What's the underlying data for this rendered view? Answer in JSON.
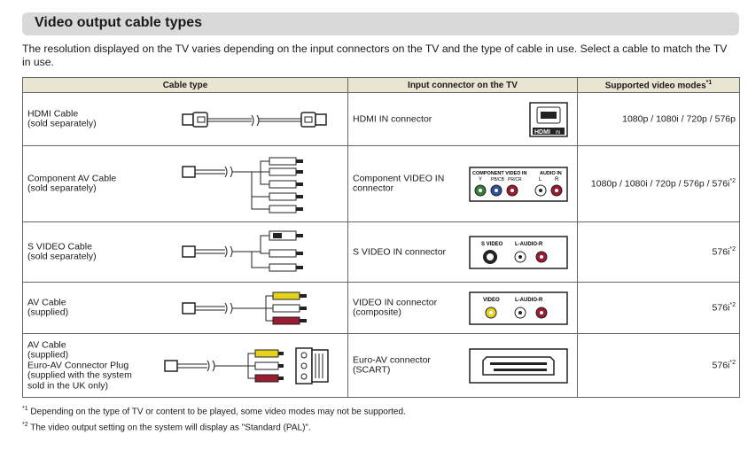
{
  "title": "Video output cable types",
  "intro": "The resolution displayed on the TV varies depending on the input connectors on the TV and the type of cable in use. Select a cable to match the TV in use.",
  "columns": [
    "Cable type",
    "Input connector on the TV",
    "Supported video modes"
  ],
  "columns_note": "*1",
  "rows": [
    {
      "cable": [
        "HDMI Cable",
        "(sold separately)"
      ],
      "connector": [
        "HDMI IN connector"
      ],
      "modes": "1080p / 1080i / 720p / 576p",
      "note": "",
      "connector_panel": {
        "label": "HDMI",
        "sub": "IN"
      }
    },
    {
      "cable": [
        "Component AV Cable",
        "(sold separately)"
      ],
      "connector": [
        "Component VIDEO IN",
        "connector"
      ],
      "modes": "1080p / 1080i / 720p / 576p / 576i",
      "note": "*2",
      "connector_panel": {
        "group1": "COMPONENT VIDEO IN",
        "group2": "AUDIO IN",
        "jacks": [
          "Y",
          "PB/CB",
          "PR/CR",
          "L",
          "R"
        ]
      }
    },
    {
      "cable": [
        "S VIDEO Cable",
        "(sold separately)"
      ],
      "connector": [
        "S VIDEO IN connector"
      ],
      "modes": "576i",
      "note": "*2",
      "connector_panel": {
        "group1": "S VIDEO",
        "group2": "L-AUDIO-R"
      }
    },
    {
      "cable": [
        "AV Cable",
        "(supplied)"
      ],
      "connector": [
        "VIDEO IN connector",
        "(composite)"
      ],
      "modes": "576i",
      "note": "*2",
      "connector_panel": {
        "group1": "VIDEO",
        "group2": "L-AUDIO-R"
      }
    },
    {
      "cable": [
        "AV Cable",
        "(supplied)",
        "Euro-AV Connector Plug",
        "(supplied with the system",
        "sold in the UK only)"
      ],
      "connector": [
        "Euro-AV connector",
        "(SCART)"
      ],
      "modes": "576i",
      "note": "*2"
    }
  ],
  "footnotes": [
    {
      "mark": "*1",
      "text": "Depending on the type of TV or content to be played, some video modes may not be supported."
    },
    {
      "mark": "*2",
      "text": "The video output setting on the system will display as \"Standard (PAL)\"."
    }
  ],
  "colors": {
    "title_bar": "#d9d9d9",
    "header_bg": "#e8e5d2",
    "border": "#666666",
    "jack_green": "#3a7d3a",
    "jack_blue": "#2d4fa0",
    "jack_red": "#9b1b30",
    "jack_yellow": "#e6d21e"
  }
}
